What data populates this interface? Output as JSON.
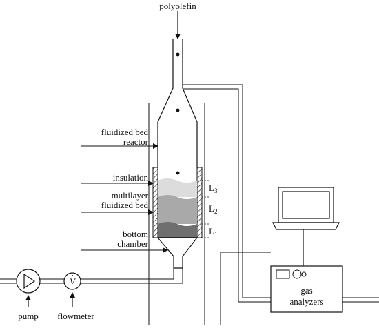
{
  "labels": {
    "polyolefin": "polyolefin",
    "reactor_line1": "fluidized bed",
    "reactor_line2": "reactor",
    "insulation": "insulation",
    "multilayer_line1": "multilayer",
    "multilayer_line2": "fluidized bed",
    "bottom_line1": "bottom",
    "bottom_line2": "chamber",
    "pump": "pump",
    "flowmeter": "flowmeter",
    "flowmeter_symbol": "V",
    "gas_line1": "gas",
    "gas_line2": "analyzers"
  },
  "levels": [
    {
      "base": "L",
      "sub": "3"
    },
    {
      "base": "L",
      "sub": "2"
    },
    {
      "base": "L",
      "sub": "1"
    }
  ],
  "colors": {
    "line": "#111111",
    "layer_top": "#dcdcdc",
    "layer_middle": "#a9a9a9",
    "layer_bottom": "#6f6f6f",
    "insulation_hatch": "#333333"
  }
}
